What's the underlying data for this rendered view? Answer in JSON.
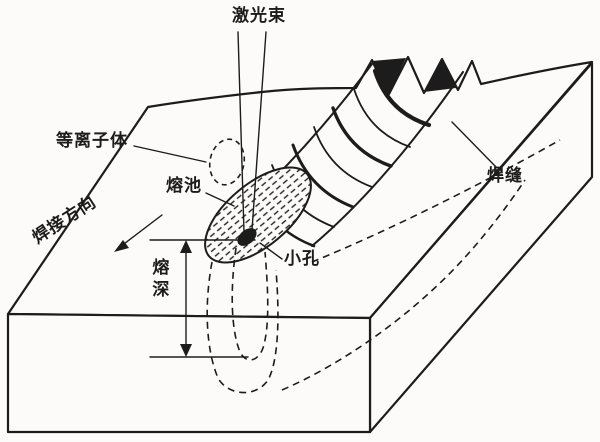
{
  "colors": {
    "ink": "#1c1c1c",
    "paper": "#fcfbf9"
  },
  "labels": {
    "laser_beam": "激光束",
    "plasma": "等离子体",
    "molten_pool": "熔池",
    "welding_direction": "焊接方向",
    "weld_seam": "焊缝",
    "keyhole": "小孔",
    "penetration_depth": "熔深"
  }
}
